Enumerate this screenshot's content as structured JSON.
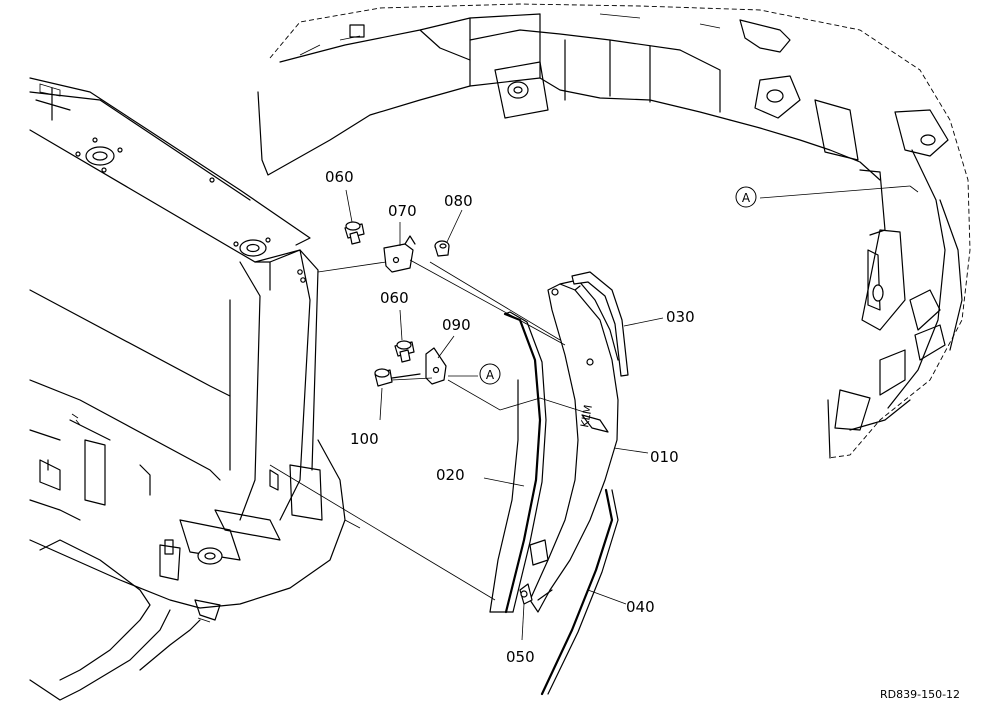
{
  "diagram": {
    "reference_code": "RD839-150-12",
    "part_labels": {
      "p010": "010",
      "p020": "020",
      "p030": "030",
      "p040": "040",
      "p050": "050",
      "p060_top": "060",
      "p060_mid": "060",
      "p070": "070",
      "p080": "080",
      "p090": "090",
      "p100": "100"
    },
    "callouts": {
      "detail_a_left": "A",
      "detail_a_right": "A"
    },
    "cover_marking": "KLM"
  }
}
